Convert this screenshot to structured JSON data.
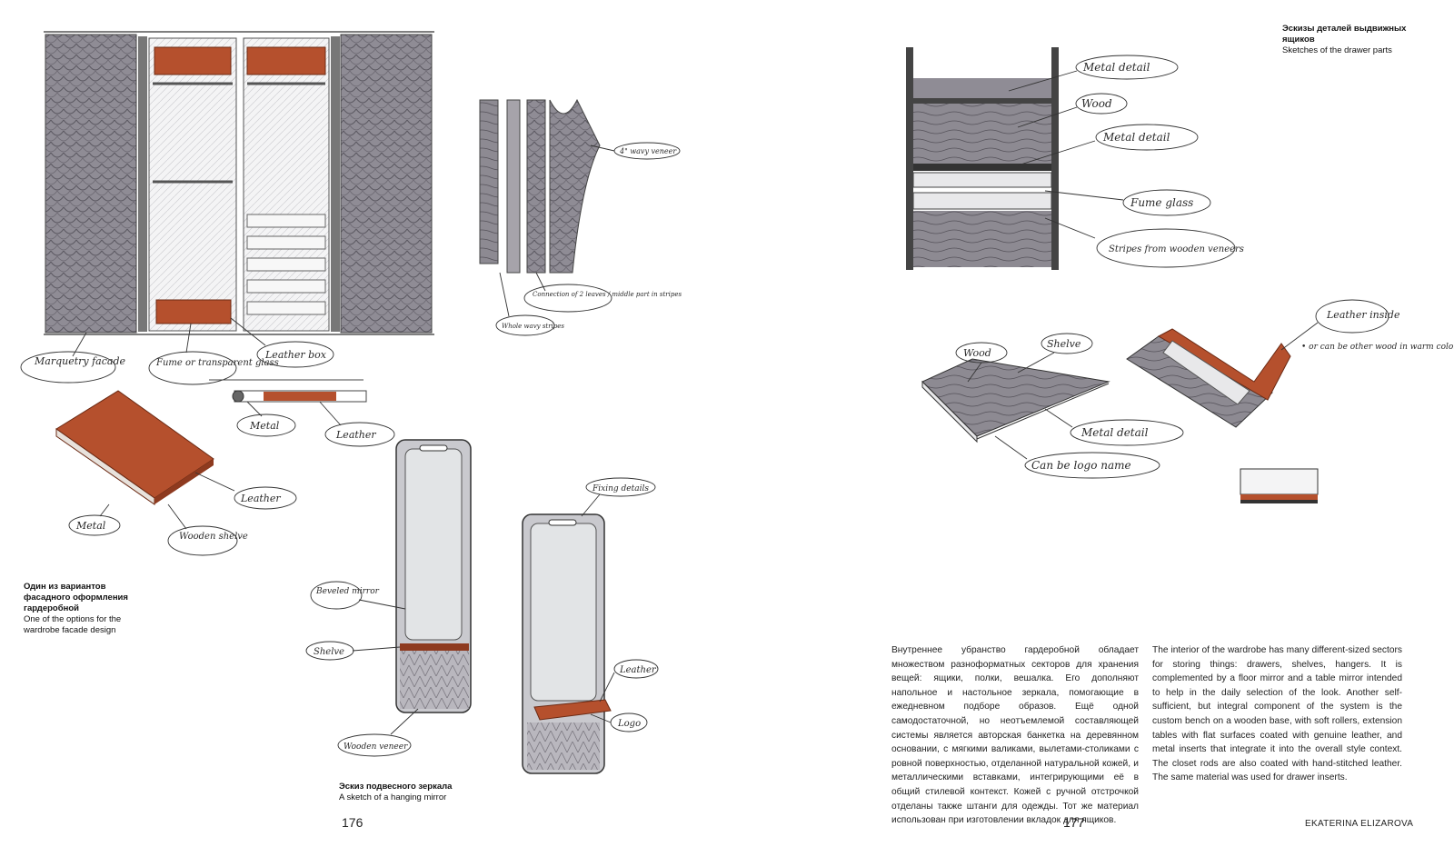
{
  "left_page": {
    "number": "176",
    "caption_wardrobe_ru": "Один из вариантов фасадного оформления гардеробной",
    "caption_wardrobe_en": "One of the options for the wardrobe facade design",
    "caption_mirror_ru": "Эскиз подвесного зеркала",
    "caption_mirror_en": "A sketch of a hanging mirror",
    "labels": {
      "marquetry": "Marquetry facade",
      "glass": "Fume or transparent glass",
      "leather_box": "Leather box",
      "metal": "Metal",
      "leather": "Leather",
      "leather2": "Leather",
      "metal2": "Metal",
      "wooden_shelve": "Wooden shelve",
      "veneer": "4\" wavy veneer",
      "connection": "Connection of 2 leaves / middle part in stripes",
      "stripes": "Whole wavy stripes",
      "fixing": "Fixing details",
      "beveled": "Beveled mirror",
      "shelve": "Shelve",
      "leather3": "Leather",
      "logo": "Logo",
      "wooden_veneer": "Wooden veneer"
    }
  },
  "right_page": {
    "number": "177",
    "author": "EKATERINA ELIZAROVA",
    "caption_drawer_ru": "Эскизы деталей выдвижных ящиков",
    "caption_drawer_en": "Sketches of the drawer parts",
    "labels": {
      "metal_detail": "Metal detail",
      "wood": "Wood",
      "metal_detail2": "Metal detail",
      "fume_glass": "Fume glass",
      "stripes": "Stripes from wooden veneers",
      "leather_inside": "Leather inside",
      "other_wood": "• or can be other wood in warm color / not wood too ex.",
      "wood2": "Wood",
      "shelve": "Shelve",
      "metal_detail3": "Metal detail",
      "logo_name": "Can be logo name"
    },
    "text_ru": "Внутреннее убранство гардеробной обладает множеством разноформатных секторов для хранения вещей: ящики, полки, вешалка. Его дополняют напольное и настольное зеркала, помогающие в ежедневном подборе образов. Ещё одной самодостаточной, но неотъемлемой составляющей системы является авторская банкетка на деревянном основании, с мягкими валиками, вылетами-столиками с ровной поверхностью, отделанной натуральной кожей, и металлическими вставками, интегрирующими её в общий стилевой контекст. Кожей с ручной отстрочкой отделаны также штанги для одежды. Тот же материал использован при изготовлении вкладок для ящиков.",
    "text_en": "The interior of the wardrobe has many different-sized sectors for storing things: drawers, shelves, hangers. It is complemented by a floor mirror and a table mirror intended to help in the daily selection of the look. Another self-sufficient, but integral component of the system is the custom bench on a wooden base, with soft rollers, extension tables with flat surfaces coated with genuine leather, and metal inserts that integrate it into the overall style context. The closet rods are also coated with hand-stitched leather. The same material was used for drawer inserts."
  },
  "colors": {
    "leather": "#b5502d",
    "leather_dark": "#8e3a1f",
    "wood_grey": "#8a8790",
    "glass": "#e2e4e6",
    "ink": "#2a2a2a"
  }
}
